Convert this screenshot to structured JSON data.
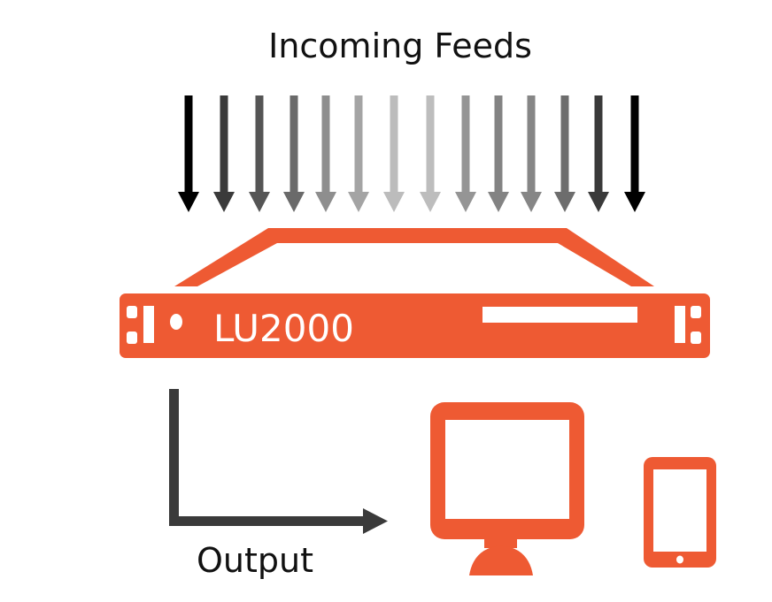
{
  "diagram": {
    "title": "Incoming Feeds",
    "device": {
      "label": "LU2000",
      "color": "#EE5A33"
    },
    "output_label": "Output",
    "feeds": {
      "count": 14,
      "colors": [
        "#000000",
        "#3a3a3a",
        "#555555",
        "#6a6a6a",
        "#8e8e8e",
        "#a4a4a4",
        "#bcbcbc",
        "#bdbdbd",
        "#959595",
        "#838383",
        "#868686",
        "#6d6d6d",
        "#3a3a3a",
        "#000000"
      ]
    },
    "output_arrow_color": "#3a3a3a",
    "outputs": [
      {
        "name": "desktop-monitor"
      },
      {
        "name": "mobile-phone"
      }
    ]
  }
}
